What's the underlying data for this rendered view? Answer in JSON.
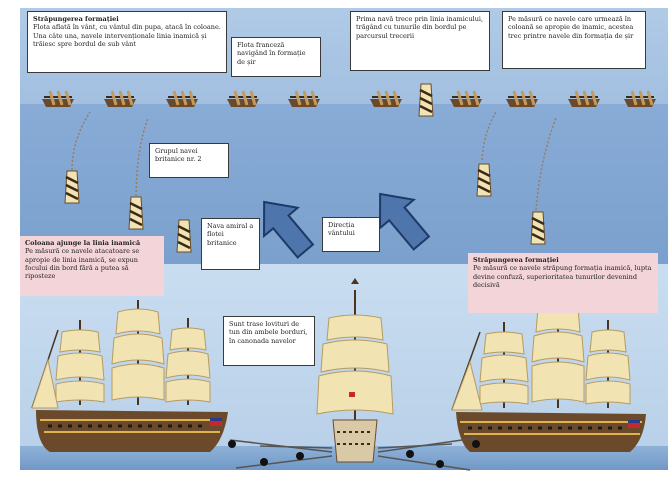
{
  "colors": {
    "deep_sea": "#7fa3cf",
    "band": "#a8c6e4",
    "light_sea": "#c4d9ee",
    "arrow_fill": "#4f75ad",
    "arrow_stroke": "#1f3a66",
    "callout_pink": "#f3d4d9",
    "sail": "#f1e3b2",
    "hull": "#6b4a2b",
    "red_ensign": "#c8272d",
    "blue_ensign": "#2a3a8c",
    "cannon": "#111111"
  },
  "icons": [
    "french-ship-icon",
    "british-ship-icon",
    "wind-direction-arrow-icon",
    "ship-of-the-line-icon",
    "cannonball-icon"
  ],
  "labels": {
    "top_left_title": "Străpungerea formației",
    "top_left_text": "Flota aflată în vânt, cu vântul din pupa, atacă în coloane. Una câte una, navele intervenționale linia inamică și trăiesc spre bordul de sub vânt",
    "french_line": "Flota franceză navigând în formație de șir",
    "first_ship": "Prima navă trece prin linia inamicului, trăgând cu tunurile din bordul pe parcursul trecerii",
    "top_right": "Pe măsură ce navele care urmează în coloană se apropie de inamic, acestea trec printre navele din formația de șir",
    "british_fleet": "Grupul navei britanice nr. 2",
    "admiral_ship": "Nava amiral a flotei britanice",
    "wind_direction": "Direcția vântului",
    "left_callout_title": "Coloana ajunge la linia inamică",
    "left_callout_text": "Pe măsură ce navele atacatoare se apropie de linia inamică, se expun focului din bord fără a putea să riposteze",
    "right_callout_title": "Străpungerea formației",
    "right_callout_text": "Pe măsură ce navele străpung formația inamică, lupta devine confuză, superioritatea tunurilor devenind decisivă",
    "center_callout": "Sunt trase lovituri de tun din ambele borduri, în canonada navelor"
  }
}
